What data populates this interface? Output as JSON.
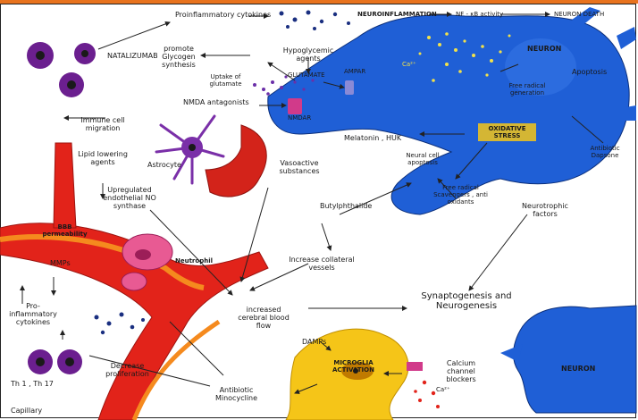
{
  "labels": {
    "proinflammatory_cytokines": "Proinflammatory cytokines",
    "neuroinflammation": "NEUROINFLAMMATION",
    "nfkb_activity": "NF - κB activity",
    "neuron_death": "NEURON DEATH",
    "natalizumab": "NATALIZUMAB",
    "promote_glycogen": "promote Glycogen synthesis",
    "hypoglycemic_agents": "Hypoglycemic agents",
    "glutamate": "GLUTAMATE",
    "ampar": "AMPAR",
    "ca2_top": "Ca²⁺",
    "neuron_top": "NEURON",
    "apoptosis": "Apoptosis",
    "free_radical_generation": "Free radical generation",
    "uptake_glutamate": "Uptake of glutamate",
    "nmda_antagonists": "NMDA antagonists",
    "nmdar": "NMDAR",
    "immune_cell_migration": "Immune cell migration",
    "melatonin_huk": "Melatonin , HUK",
    "oxidative_stress": "OXIDATIVE STRESS",
    "antibiotic_dapsone": "Antibiotic Dapsone",
    "lipid_lowering": "Lipid lowering agents",
    "astrocyte": "Astrocyte",
    "vasoactive": "Vasoactive substances",
    "neural_cell_apoptosis": "Neural cell apoptosis",
    "free_radical_scavengers": "Free radical Scavengers , anti oxidants",
    "upregulated_endothelial": "Upregulated endothelial NO synthase",
    "butylphthalide": "Butylphthalide",
    "neurotrophic_factors": "Neurotrophic factors",
    "bbb_permeability": "BBB permeability",
    "increase_collateral": "Increase collateral vessels",
    "mmps": "MMPs",
    "neutrophil": "Neutrophil",
    "synaptogenesis": "Synaptogenesis and Neurogenesis",
    "pro_inflammatory_cytokines": "Pro- inflammatory cytokines",
    "increased_cerebral": "increased cerebral blood flow",
    "damps": "DAMPs",
    "microglia_activation": "MICROGLIA ACTIVATION",
    "calcium_channel": "Calcium channel blockers",
    "decrease_proliferation": "Decrease proliferation",
    "th1_th17": "Th 1 , Th 17",
    "antibiotic_minocycline": "Antibiotic Minocycline",
    "ca2_bottom": "Ca²⁺",
    "neuron_bottom": "NEURON",
    "capillary": "Capillary"
  },
  "colors": {
    "top_bar": "#e8731e",
    "neuron_blue": "#1f5fd6",
    "vessel_red": "#e2231a",
    "microglia_yellow": "#f5c518",
    "immune_purple": "#6b1f8f",
    "astrocyte_purple": "#7a2fa8",
    "dark_blue_dots": "#1a2f80"
  }
}
